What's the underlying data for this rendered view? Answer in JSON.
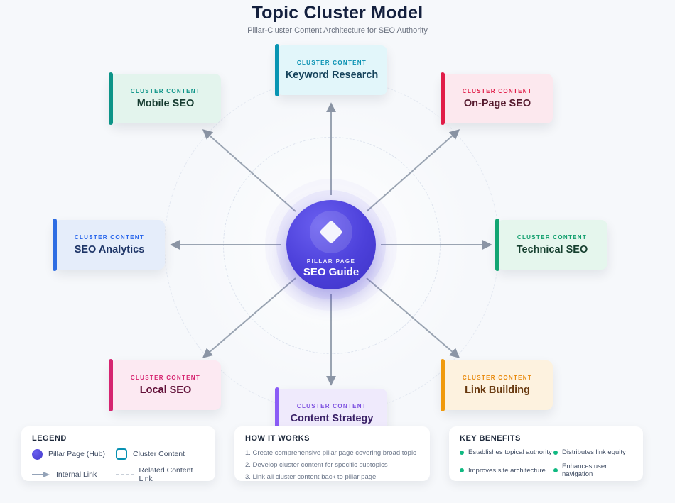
{
  "header": {
    "title": "Topic Cluster Model",
    "subtitle": "Pillar-Cluster Content Architecture for SEO Authority"
  },
  "hub": {
    "label": "PILLAR PAGE",
    "title": "SEO Guide",
    "icon": "diamond-icon",
    "color": "#4c40da"
  },
  "clusters": [
    {
      "label": "CLUSTER CONTENT",
      "title": "Keyword Research",
      "position": "top",
      "accent": "#0995b3",
      "bg": "#e2f6fa",
      "label_color": "#0891b2",
      "title_color": "#17445c"
    },
    {
      "label": "CLUSTER CONTENT",
      "title": "On-Page SEO",
      "position": "top-right",
      "accent": "#e11d48",
      "bg": "#fce8ee",
      "label_color": "#e11d48",
      "title_color": "#551a2e"
    },
    {
      "label": "CLUSTER CONTENT",
      "title": "Technical SEO",
      "position": "right",
      "accent": "#12a572",
      "bg": "#e5f6ed",
      "label_color": "#0f9e6c",
      "title_color": "#16402f"
    },
    {
      "label": "CLUSTER CONTENT",
      "title": "Link Building",
      "position": "bottom-right",
      "accent": "#f09a0c",
      "bg": "#fdf2df",
      "label_color": "#e8890b",
      "title_color": "#68390f"
    },
    {
      "label": "CLUSTER CONTENT",
      "title": "Content Strategy",
      "position": "bottom",
      "accent": "#8b5cf6",
      "bg": "#efeafc",
      "label_color": "#7c4fe0",
      "title_color": "#3a2167"
    },
    {
      "label": "CLUSTER CONTENT",
      "title": "Local SEO",
      "position": "bottom-left",
      "accent": "#d62470",
      "bg": "#fce9f2",
      "label_color": "#d62470",
      "title_color": "#611038"
    },
    {
      "label": "CLUSTER CONTENT",
      "title": "SEO Analytics",
      "position": "left",
      "accent": "#2e6de3",
      "bg": "#e5edfa",
      "label_color": "#2563eb",
      "title_color": "#1d3466"
    },
    {
      "label": "CLUSTER CONTENT",
      "title": "Mobile SEO",
      "position": "top-left",
      "accent": "#0d9488",
      "bg": "#e3f4ed",
      "label_color": "#0d9488",
      "title_color": "#173c31"
    }
  ],
  "legend": {
    "title": "LEGEND",
    "items": [
      {
        "icon": "pillar-hub-icon",
        "label": "Pillar Page (Hub)"
      },
      {
        "icon": "cluster-content-icon",
        "label": "Cluster Content"
      },
      {
        "icon": "internal-link-arrow-icon",
        "label": "Internal Link"
      },
      {
        "icon": "related-content-dash-icon",
        "label": "Related Content Link"
      }
    ]
  },
  "how_it_works": {
    "title": "HOW IT WORKS",
    "steps": [
      "1. Create comprehensive pillar page covering broad topic",
      "2. Develop cluster content for specific subtopics",
      "3. Link all cluster content back to pillar page"
    ]
  },
  "key_benefits": {
    "title": "KEY BENEFITS",
    "dot_color": "#10b981",
    "items": [
      "Establishes topical authority",
      "Distributes link equity",
      "Improves site architecture",
      "Enhances user navigation"
    ]
  },
  "colors": {
    "background": "#f6f8fb",
    "arrow": "#95a0b1",
    "ring_dash": "#dde3ee"
  }
}
